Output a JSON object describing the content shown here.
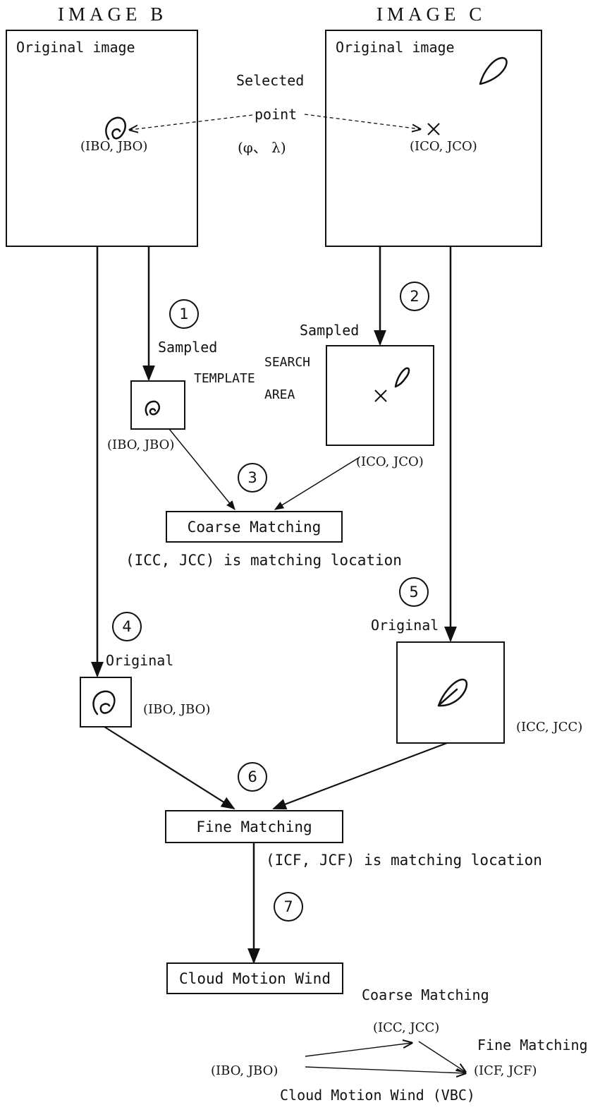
{
  "titles": {
    "image_b": "IMAGE B",
    "image_c": "IMAGE C"
  },
  "panels": {
    "image_b_label": "Original image",
    "image_c_label": "Original image",
    "selected_1": "Selected",
    "selected_2": "point",
    "selected_3": "(φ、 λ)",
    "b_coord": "(IBO, JBO)",
    "c_coord": "(ICO, JCO)"
  },
  "steps": [
    "1",
    "2",
    "3",
    "4",
    "5",
    "6",
    "7"
  ],
  "labels": {
    "sampled_1": "Sampled",
    "sampled_2": "Sampled",
    "template": "TEMPLATE",
    "search_1": "SEARCH",
    "search_2": "AREA",
    "template_coord": "(IBO, JBO)",
    "search_coord": "(ICO, JCO)",
    "coarse_note": "(ICC, JCC) is matching location",
    "original_4": "Original",
    "original_5": "Original",
    "orig_b_coord": "(IBO, JBO)",
    "orig_c_coord": "(ICC, JCC)",
    "fine_note": "(ICF, JCF) is matching location"
  },
  "boxes": {
    "coarse": "Coarse Matching",
    "fine": "Fine Matching",
    "wind": "Cloud Motion Wind"
  },
  "legend": {
    "coarse": "Coarse Matching",
    "fine": "Fine Matching",
    "cc": "(ICC, JCC)",
    "bo": "(IBO, JBO)",
    "cf": "(ICF, JCF)",
    "wind": "Cloud Motion Wind (VBC)"
  }
}
